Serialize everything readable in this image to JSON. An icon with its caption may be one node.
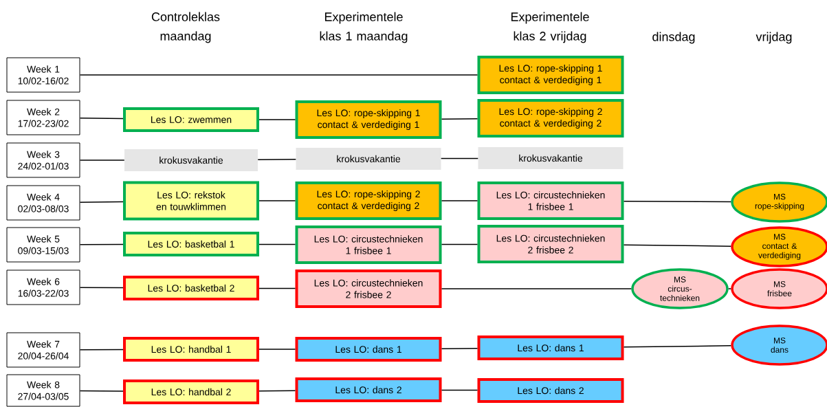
{
  "diagram": {
    "nodes": [
      {
        "text": [
          "Week 1 10/02-16/02"
        ]
      },
      {
        "text": [
          "Les LO: rope-skipping 1 contact & verdediging 1"
        ]
      },
      {
        "text": [
          "Week 2 17/02-23/02"
        ]
      },
      {
        "text": [
          "Les LO: zwemmen"
        ]
      },
      {
        "text": [
          "Les LO: rope-skipping 1 contact & verdediging 1"
        ]
      },
      {
        "text": [
          "Les LO: rope-skipping 2 contact & verdediging 2"
        ]
      },
      {
        "text": [
          "Week 3 24/02-01/03"
        ]
      },
      {
        "text": [
          "krokusvakantie"
        ]
      },
      {
        "text": [
          "krokusvakantie"
        ]
      },
      {
        "text": [
          "krokusvakantie"
        ]
      },
      {
        "text": [
          "Week 4 02/03-08/03"
        ]
      },
      {
        "text": [
          "Les LO: rekstok en touwklimmen"
        ]
      },
      {
        "text": [
          "Les LO: rope-skipping 2 contact & verdediging 2"
        ]
      },
      {
        "text": [
          "Les LO: circustechnieken 1 frisbee 1"
        ]
      },
      {
        "text": [
          "MS",
          "rope-skipping"
        ]
      },
      {
        "text": [
          "Week 5 09/03-15/03"
        ]
      },
      {
        "text": [
          "Les LO: basketbal 1"
        ]
      },
      {
        "text": [
          "Les LO: circustechnieken 1 frisbee 1"
        ]
      },
      {
        "text": [
          "Les LO: circustechnieken 2 frisbee 2"
        ]
      },
      {
        "text": [
          "MS",
          "contact & verdediging"
        ]
      },
      {
        "text": [
          "Week 6 16/03-22/03"
        ]
      },
      {
        "text": [
          "Les LO: basketbal 2"
        ]
      },
      {
        "text": [
          "Les LO: circustechnieken 2 frisbee 2"
        ]
      },
      {
        "text": [
          "MS",
          "circus-technieken"
        ]
      },
      {
        "text": [
          "MS",
          "frisbee"
        ]
      },
      {
        "text": [
          "Week 7 20/04-26/04"
        ]
      },
      {
        "text": [
          "Les LO: handbal 1"
        ]
      },
      {
        "text": [
          "Les LO: dans 1"
        ]
      },
      {
        "text": [
          "Les LO: dans 1"
        ]
      },
      {
        "text": [
          "MS",
          "dans"
        ]
      },
      {
        "text": [
          "Week 8 27/04-03/05"
        ]
      },
      {
        "text": [
          "Les LO: handbal 2"
        ]
      },
      {
        "text": [
          "Les LO: dans 2"
        ]
      },
      {
        "text": [
          "Les LO: dans 2"
        ]
      }
    ],
    "edges": [
      {
        "from": 0,
        "to": 1,
        "arrow": "none"
      },
      {
        "from": 2,
        "to": 3,
        "arrow": "none"
      },
      {
        "from": 3,
        "to": 4,
        "arrow": "none"
      },
      {
        "from": 4,
        "to": 5,
        "arrow": "none"
      },
      {
        "from": 6,
        "to": 7,
        "arrow": "none"
      },
      {
        "from": 7,
        "to": 8,
        "arrow": "none"
      },
      {
        "from": 8,
        "to": 9,
        "arrow": "none"
      },
      {
        "from": 10,
        "to": 11,
        "arrow": "none"
      },
      {
        "from": 11,
        "to": 12,
        "arrow": "none"
      },
      {
        "from": 12,
        "to": 13,
        "arrow": "none"
      },
      {
        "from": 13,
        "to": 14,
        "arrow": "none"
      },
      {
        "from": 15,
        "to": 16,
        "arrow": "none"
      },
      {
        "from": 16,
        "to": 17,
        "arrow": "none"
      },
      {
        "from": 17,
        "to": 18,
        "arrow": "none"
      },
      {
        "from": 18,
        "to": 19,
        "arrow": "none"
      },
      {
        "from": 20,
        "to": 21,
        "arrow": "none"
      },
      {
        "from": 21,
        "to": 22,
        "arrow": "none"
      },
      {
        "from": 22,
        "to": 23,
        "arrow": "none"
      },
      {
        "from": 23,
        "to": 24,
        "arrow": "none"
      },
      {
        "from": 25,
        "to": 26,
        "arrow": "none"
      },
      {
        "from": 26,
        "to": 27,
        "arrow": "none"
      },
      {
        "from": 27,
        "to": 28,
        "arrow": "none"
      },
      {
        "from": 28,
        "to": 29,
        "arrow": "none"
      },
      {
        "from": 30,
        "to": 31,
        "arrow": "none"
      },
      {
        "from": 31,
        "to": 32,
        "arrow": "none"
      },
      {
        "from": 32,
        "to": 33,
        "arrow": "none"
      }
    ],
    "labels": [
      "Controleklas maandag",
      "Experimentele klas 1 maandag",
      "Experimentele klas 2 vrijdag",
      "dinsdag",
      "vrijdag"
    ]
  }
}
